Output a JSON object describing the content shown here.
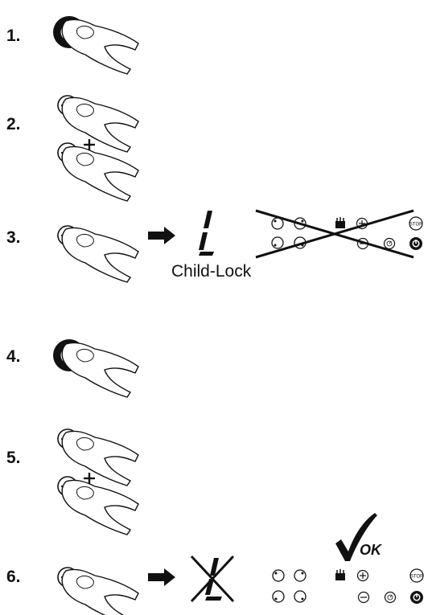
{
  "steps": [
    "1.",
    "2.",
    "3.",
    "4.",
    "5.",
    "6."
  ],
  "child_lock_label": "Child-Lock",
  "ok_label": "OK",
  "icons": {
    "power": "power-icon",
    "plus": "plus-icon",
    "minus": "minus-icon",
    "stop": "stop-icon",
    "timer": "timer-icon"
  }
}
